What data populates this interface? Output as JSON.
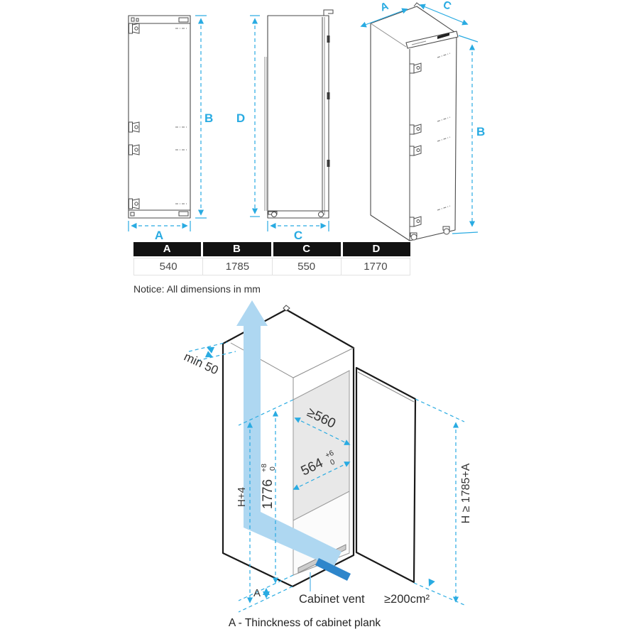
{
  "top_views": {
    "front": {
      "width_label": "A",
      "height_label": "B"
    },
    "side": {
      "depth_label": "C",
      "height_label": "D"
    },
    "perspective": {
      "width_label": "A",
      "depth_label": "C",
      "height_label": "B"
    }
  },
  "dimension_table": {
    "headers": [
      "A",
      "B",
      "C",
      "D"
    ],
    "values": [
      "540",
      "1785",
      "550",
      "1770"
    ]
  },
  "notice": "Notice: All dimensions in mm",
  "installation": {
    "top_clearance": "min 50",
    "height_tolerance": "H+4",
    "niche_height": {
      "value": "1776",
      "sup": "+8",
      "sub": "0"
    },
    "niche_depth": "≥560",
    "niche_width": {
      "value": "564",
      "sup": "+6",
      "sub": "0"
    },
    "required_height": "H ≥ 1785+A",
    "plank_label": "A",
    "vent_label": "Cabinet vent",
    "vent_area": "≥200cm²"
  },
  "caption": "A - Thinckness of cabinet plank",
  "colors": {
    "accent": "#29abe2",
    "airflow_light": "#aed7f1",
    "airflow_dark": "#2e86cb",
    "table_header_bg": "#121212",
    "niche_gray": "#e8e8e8"
  }
}
